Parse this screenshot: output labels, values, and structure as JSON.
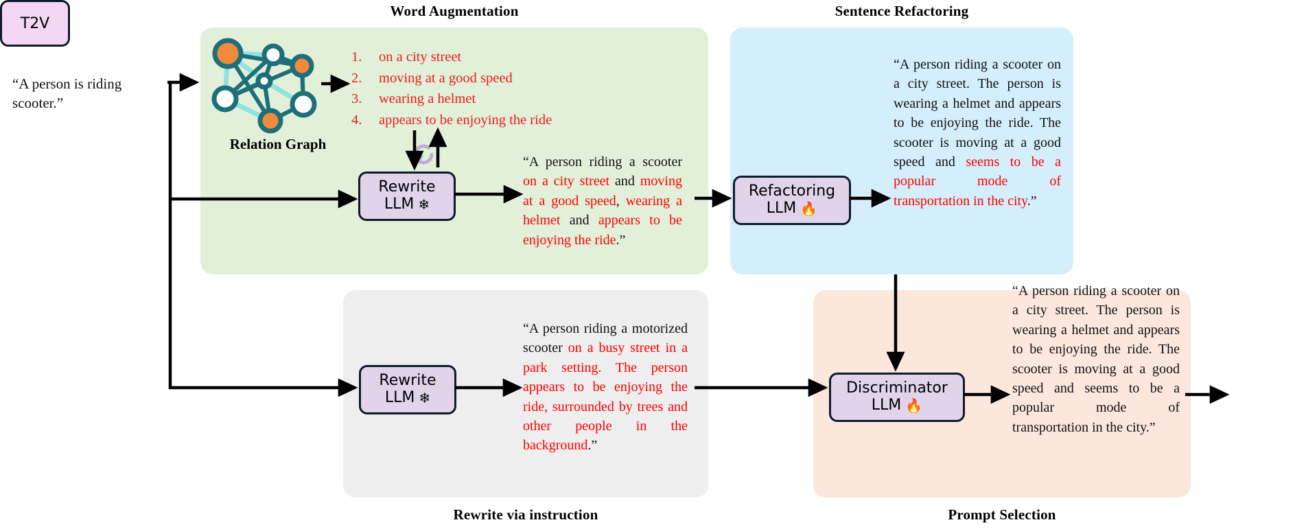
{
  "input": {
    "prompt": "“A person is riding scooter.”"
  },
  "panels": {
    "word_augmentation": {
      "title": "Word Augmentation",
      "color": "#e2f0d9"
    },
    "sentence_refactoring": {
      "title": "Sentence Refactoring",
      "color": "#d4eefb"
    },
    "rewrite_via_instruction": {
      "title": "Rewrite via instruction",
      "color": "#eeeeee"
    },
    "prompt_selection": {
      "title": "Prompt Selection",
      "color": "#fbe7dc"
    }
  },
  "relation_graph": {
    "label": "Relation Graph"
  },
  "augment_list": [
    {
      "num": "1.",
      "text": "on a city street"
    },
    {
      "num": "2.",
      "text": "moving at a good speed"
    },
    {
      "num": "3.",
      "text": "wearing a helmet"
    },
    {
      "num": "4.",
      "text": "appears to be enjoying the ride"
    }
  ],
  "boxes": {
    "rewrite_llm_1": {
      "line1": "Rewrite",
      "line2": "LLM",
      "icon": "snowflake-icon",
      "glyph": "❄"
    },
    "rewrite_llm_2": {
      "line1": "Rewrite",
      "line2": "LLM",
      "icon": "snowflake-icon",
      "glyph": "❄"
    },
    "refactoring_llm": {
      "line1": "Refactoring",
      "line2": "LLM",
      "icon": "fire-icon",
      "glyph": "🔥"
    },
    "discriminator_llm": {
      "line1": "Discriminator",
      "line2": "LLM",
      "icon": "fire-icon",
      "glyph": "🔥"
    },
    "t2v": {
      "label": "T2V"
    }
  },
  "paragraphs": {
    "word_augmentation_output": [
      {
        "t": "“A person riding a scooter ",
        "c": "black"
      },
      {
        "t": "on a city street",
        "c": "red"
      },
      {
        "t": " and ",
        "c": "black"
      },
      {
        "t": "moving at a good speed",
        "c": "red"
      },
      {
        "t": ", ",
        "c": "black"
      },
      {
        "t": "wearing a helmet",
        "c": "red"
      },
      {
        "t": " and ",
        "c": "black"
      },
      {
        "t": "appears to be enjoying the ride",
        "c": "red"
      },
      {
        "t": ".”",
        "c": "black"
      }
    ],
    "sentence_refactoring_output": [
      {
        "t": "“A person riding a scooter on a city street. The person is wearing a helmet and appears to be enjoying the ride. The scooter is moving at a good speed and ",
        "c": "black"
      },
      {
        "t": "seems to be a popular mode of transportation in the city",
        "c": "red"
      },
      {
        "t": ".”",
        "c": "black"
      }
    ],
    "rewrite_via_instruction_output": [
      {
        "t": "“A person riding a motorized scooter ",
        "c": "black"
      },
      {
        "t": "on a busy street in a park setting. The person appears to be enjoying the ride, surrounded by trees and other people in the background",
        "c": "red"
      },
      {
        "t": ".”",
        "c": "black"
      }
    ],
    "prompt_selection_output": [
      {
        "t": "“A person riding a scooter on a city street. The person is wearing a helmet and appears to be enjoying the ride. The scooter is moving at a good speed and seems to be a popular mode of transportation in the city.”",
        "c": "black"
      }
    ]
  },
  "colors": {
    "highlight_red": "#ff0000",
    "box_fill": "#e0d3ea",
    "box_border": "#0d1b2a",
    "t2v_fill": "#f3d7f3",
    "graph_node_orange": "#f08a3c",
    "graph_edge_teal": "#1f6f7a"
  }
}
